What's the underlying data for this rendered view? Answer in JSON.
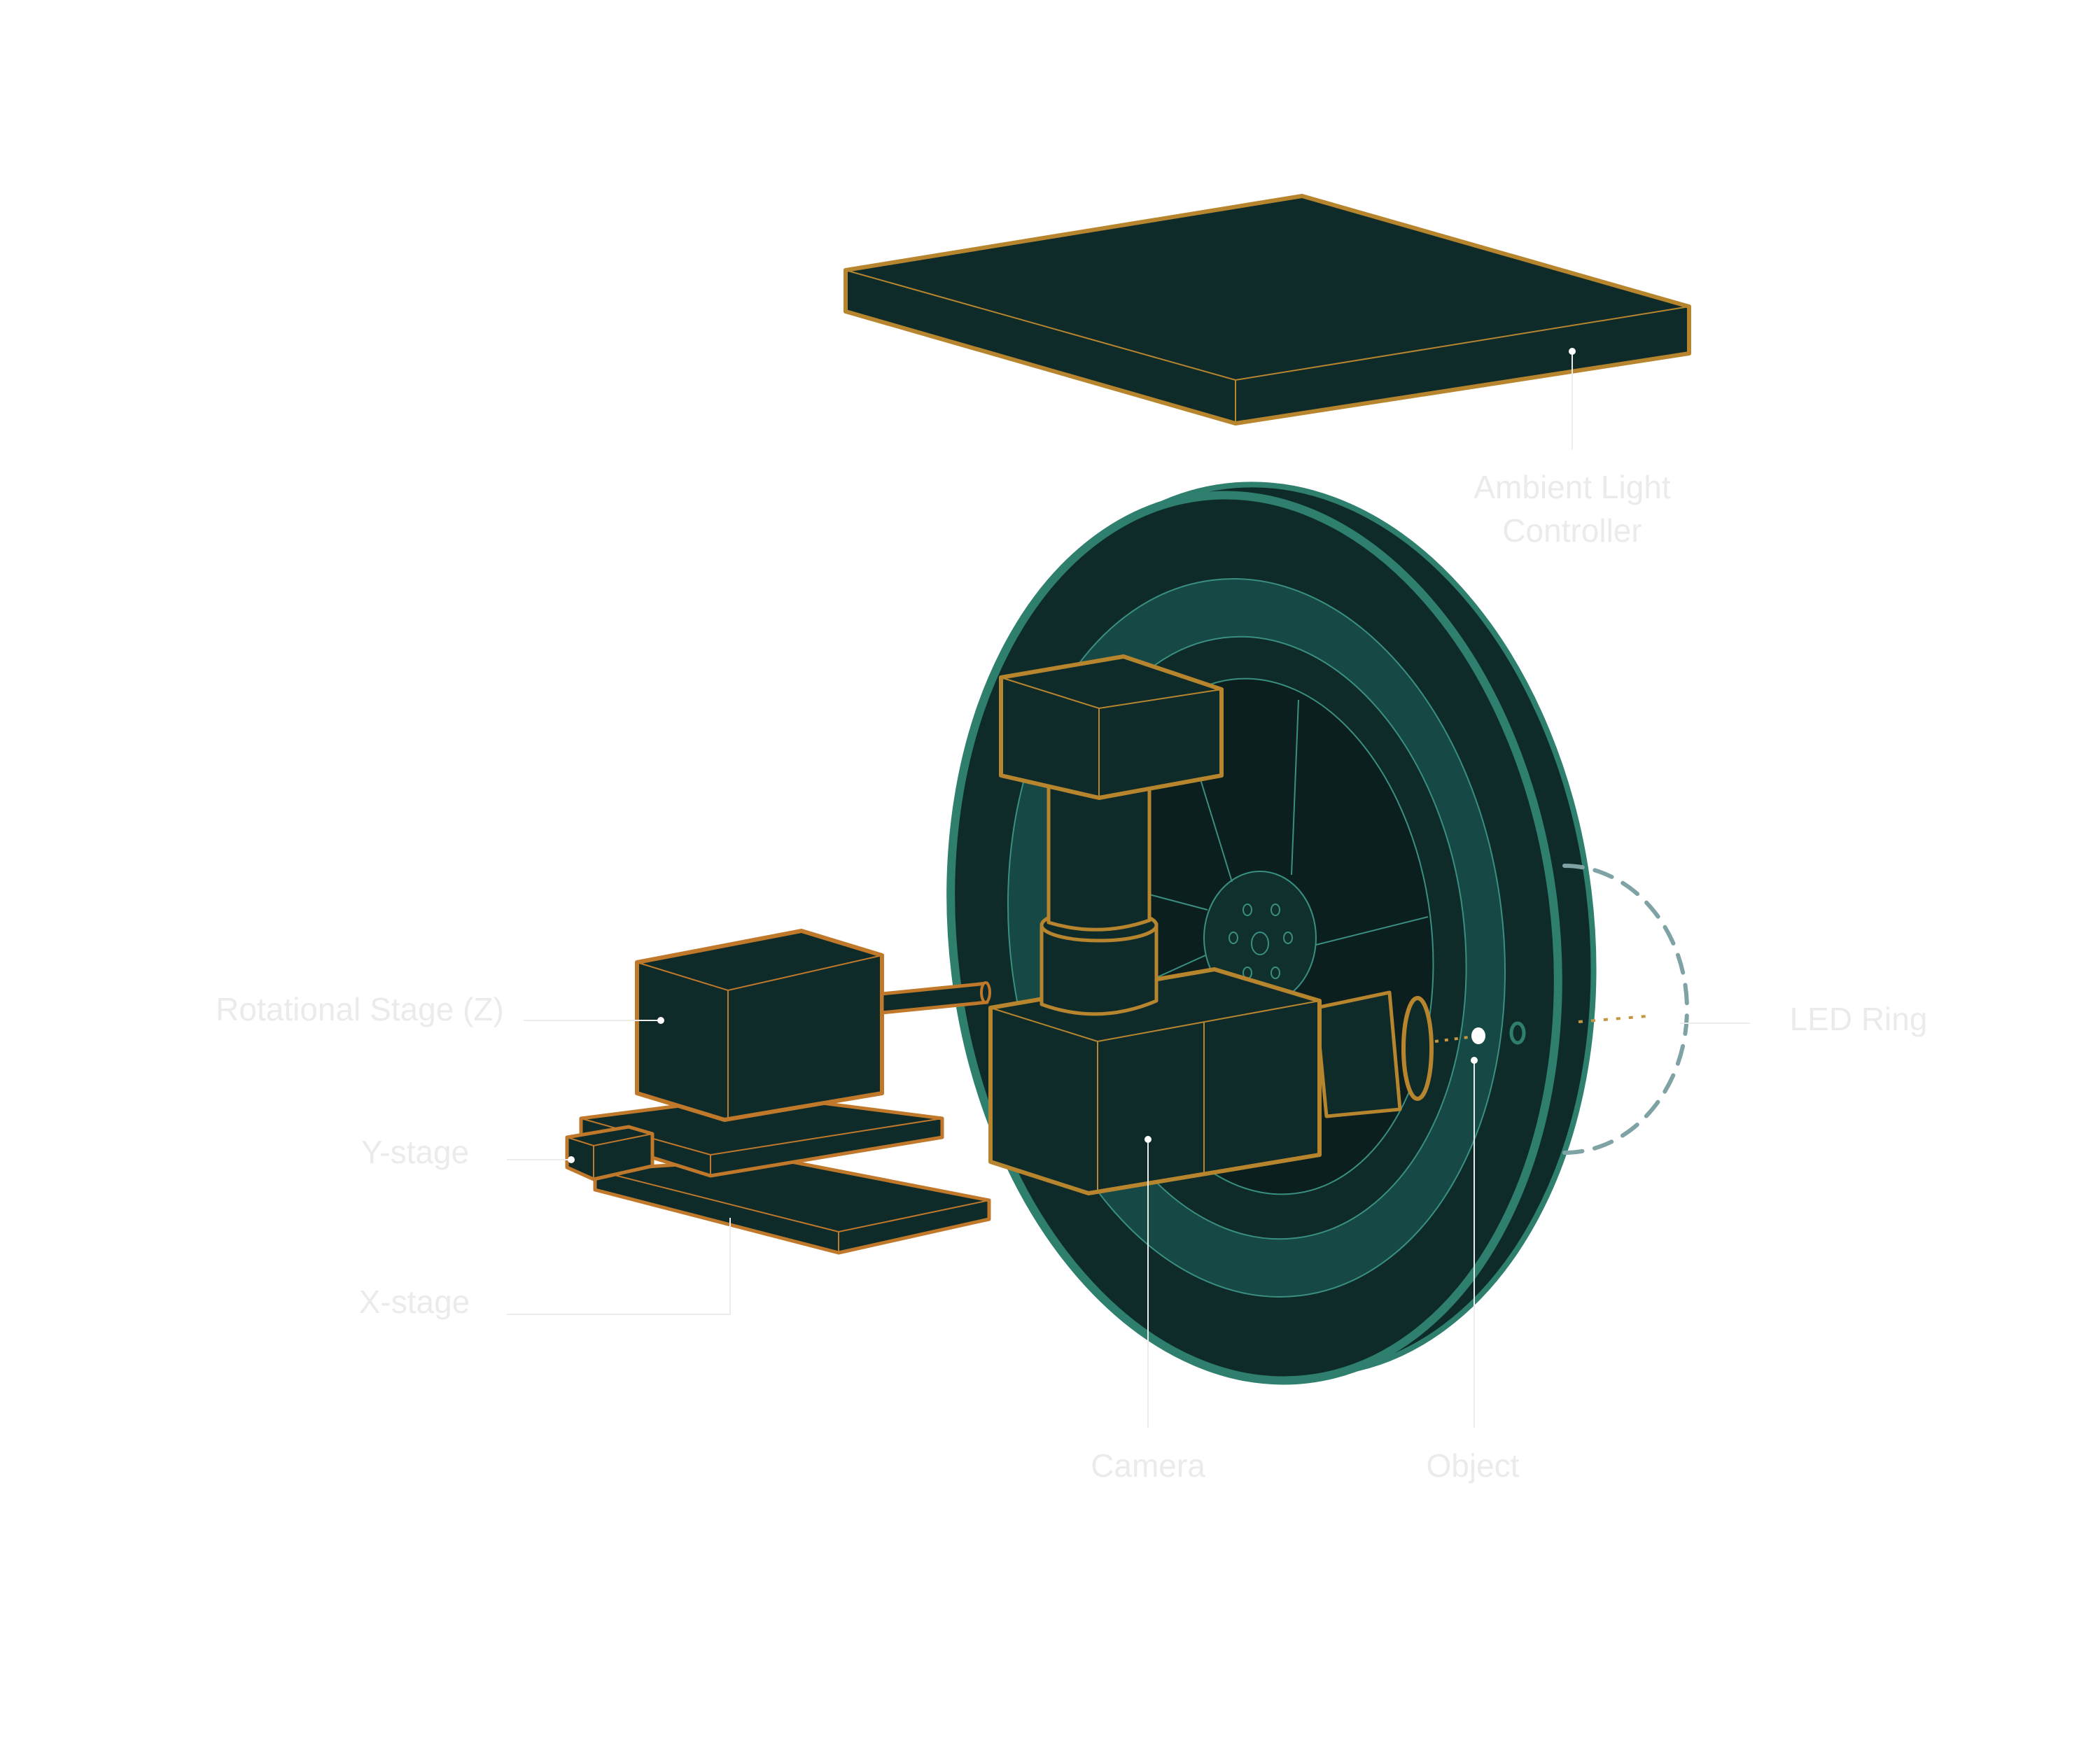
{
  "labels": {
    "ambient_line1": "Ambient Light",
    "ambient_line2": "Controller",
    "led_ring": "LED Ring",
    "rotational_stage": "Rotational Stage (Z)",
    "y_stage": "Y-stage",
    "x_stage": "X-stage",
    "camera": "Camera",
    "object": "Object"
  },
  "colors": {
    "background": "#ffffff",
    "body_fill": "#0e2b2a",
    "dark_fill": "#0b1f1f",
    "teal_rim": "#2e7f6d",
    "teal_band": "#164845",
    "teal_line": "#3a8f80",
    "orange_outline": "#c0782a",
    "gold_outline": "#b8852f",
    "dashed_arc": "#7fa3a5",
    "label_text": "#ebebeb"
  }
}
